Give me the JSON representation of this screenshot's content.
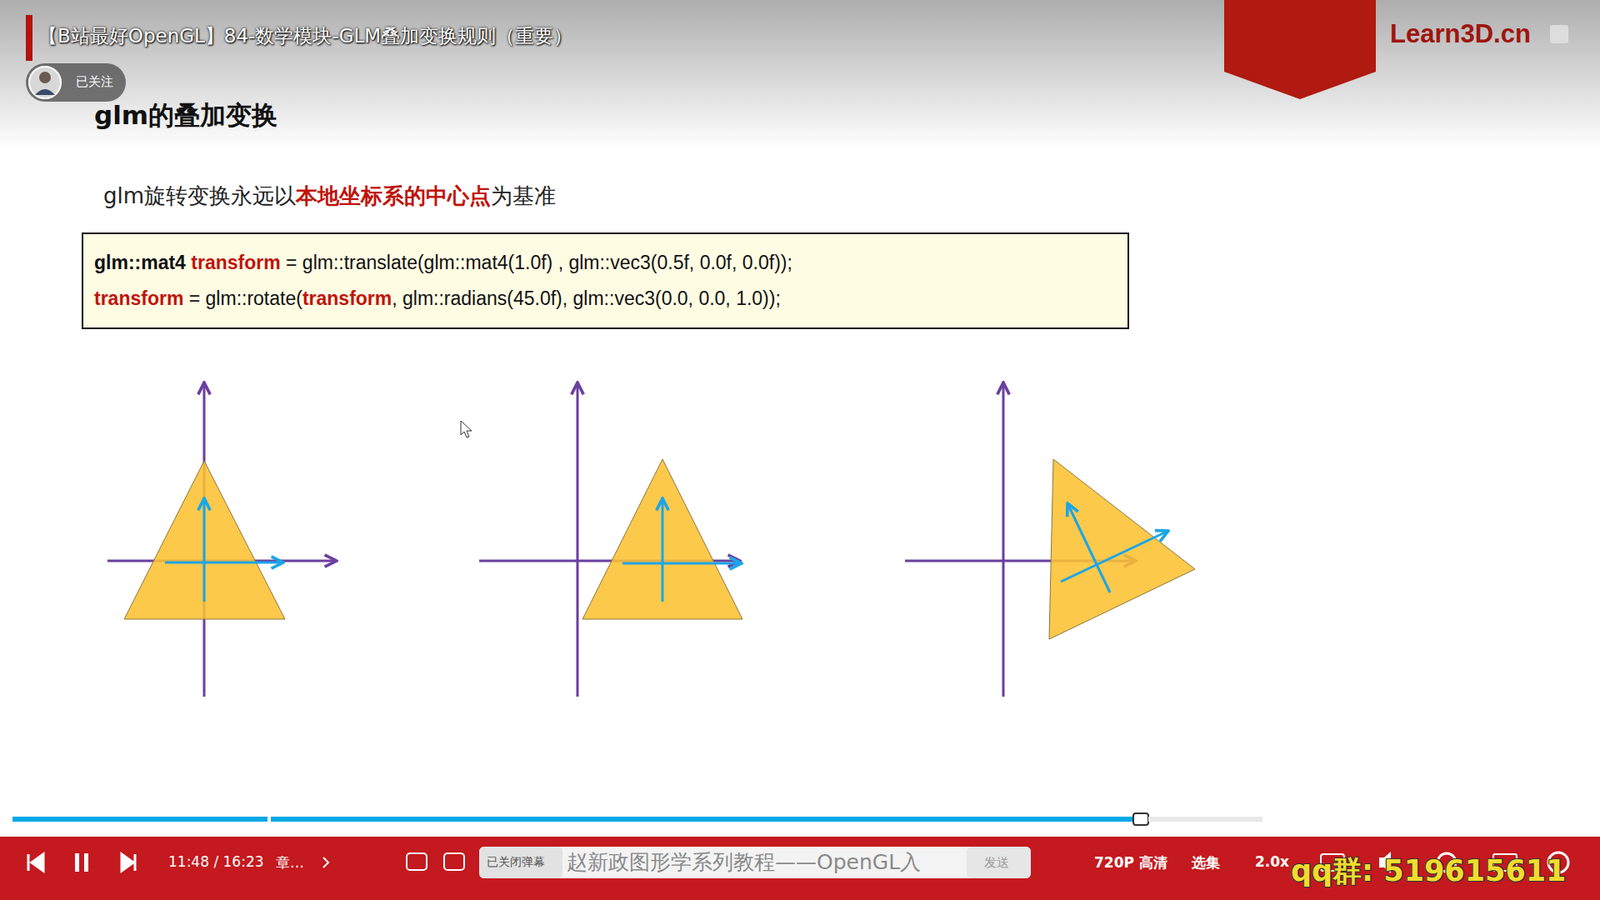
{
  "diagram": {
    "title": "glm的叠加变换",
    "nodes": [
      {
        "text": [
          "glm::mat4",
          " transform",
          " = glm::translate(glm::mat4(1.0f) , glm::vec3(0.5f, 0.0f, 0.0f));",
          "transform",
          " = glm::rotate(",
          "transform",
          ", glm::radians(45.0f), glm::vec3(0.0, 0.0, 1.0));"
        ]
      }
    ],
    "labels": [
      "【B站最好OpenGL】84-数学模块-GLM叠加变换规则（重要）",
      "已关注",
      "Learn3D.cn",
      "glm旋转变换永远以",
      "本地坐标系的中心点",
      "为基准",
      "11:48 / 16:23",
      "章…",
      "已关闭弹幕",
      "赵新政图形学系列教程——OpenGL入",
      "发送",
      "720P 高清",
      "选集",
      "2.0x",
      "qq群: 519615611"
    ]
  }
}
